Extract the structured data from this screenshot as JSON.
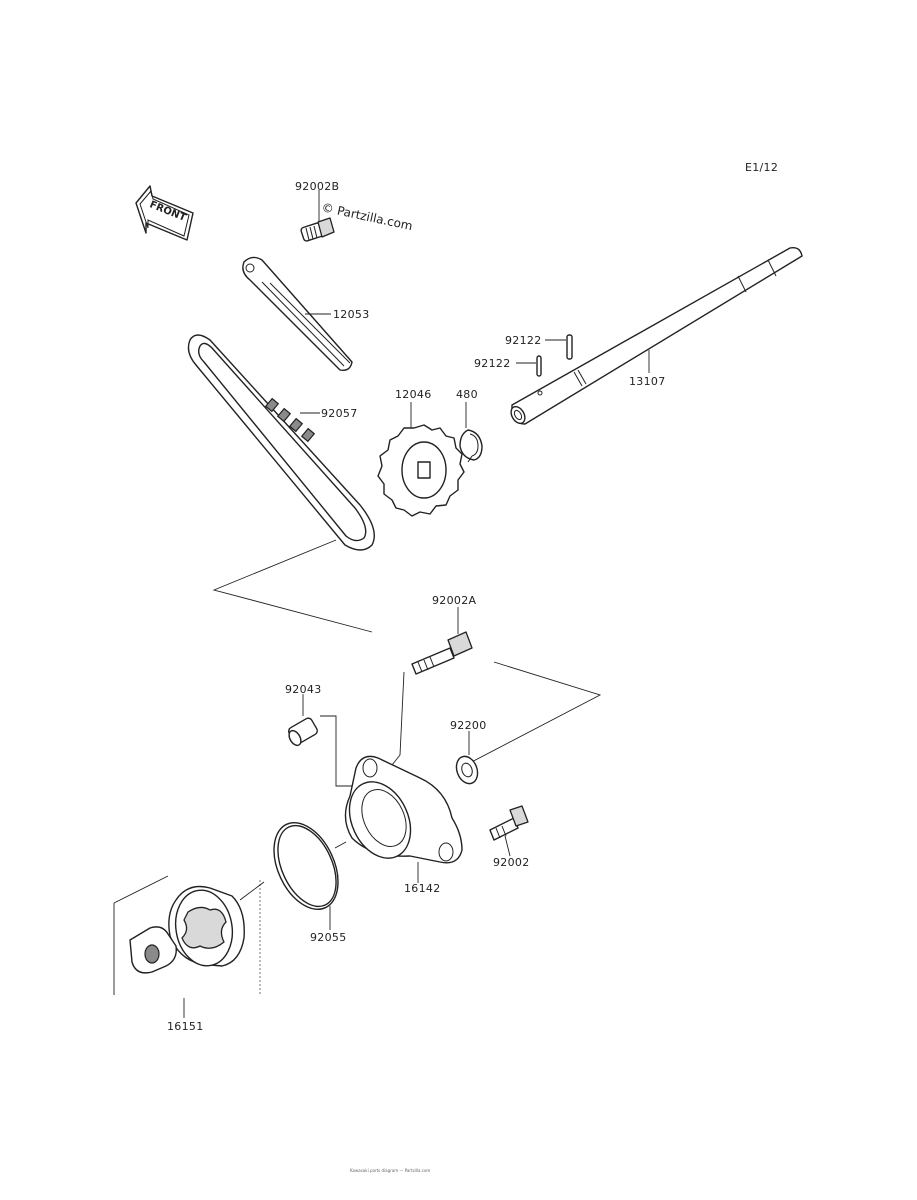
{
  "diagram": {
    "page_ref": "E1/12",
    "watermark": "© Partzilla.com",
    "front_arrow_text": "FRONT",
    "labels": {
      "p92002B": "92002B",
      "p12053": "12053",
      "p92122a": "92122",
      "p92122b": "92122",
      "p13107": "13107",
      "p92057": "92057",
      "p12046": "12046",
      "p480": "480",
      "p92002A": "92002A",
      "p92043": "92043",
      "p92200": "92200",
      "p92002": "92002",
      "p16142": "16142",
      "p92055": "92055",
      "p16151": "16151"
    },
    "footer": "Kawasaki parts diagram — Partzilla.com"
  }
}
